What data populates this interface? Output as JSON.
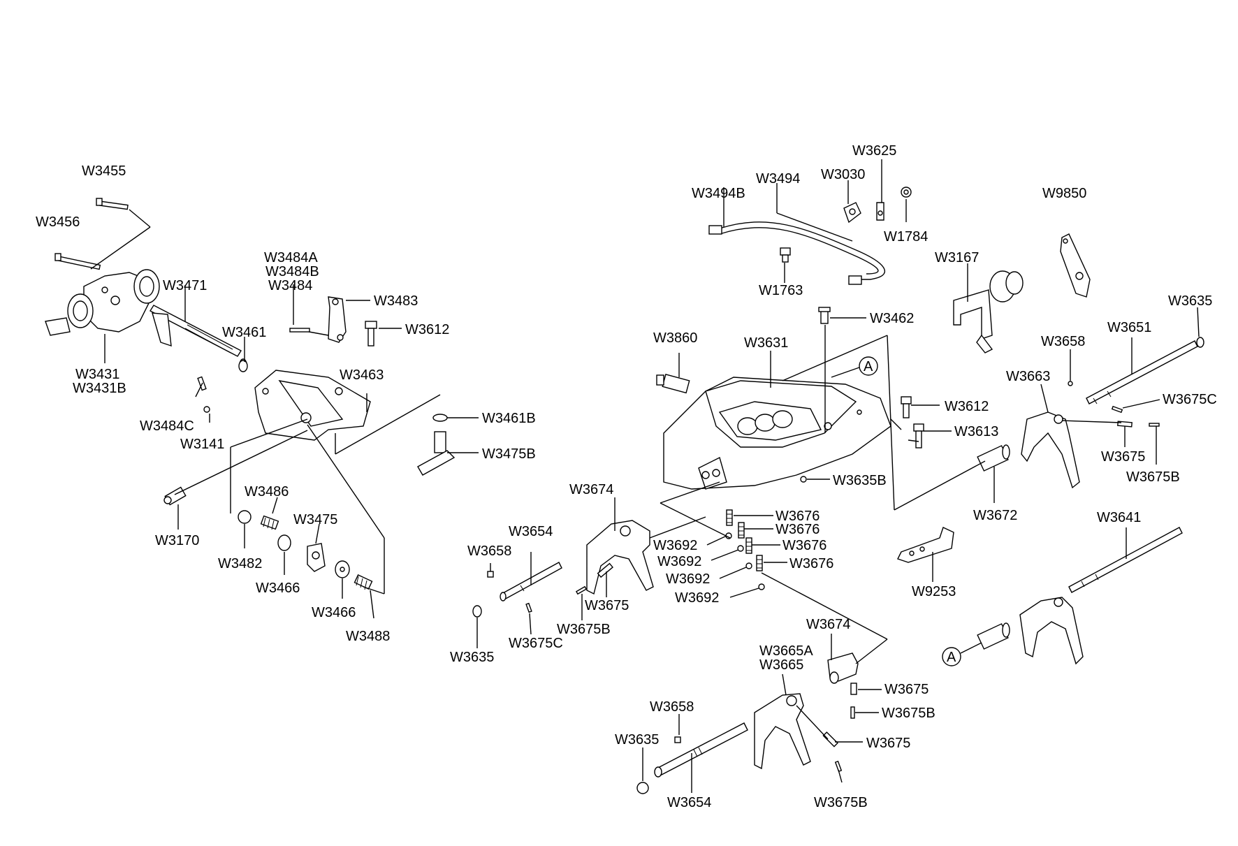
{
  "labels": {
    "w3455": "W3455",
    "w3456": "W3456",
    "w3471": "W3471",
    "w3431": "W3431",
    "w3431b": "W3431B",
    "w3484a": "W3484A",
    "w3484b": "W3484B",
    "w3484": "W3484",
    "w3483": "W3483",
    "w3612_left": "W3612",
    "w3461": "W3461",
    "w3463": "W3463",
    "w3484c": "W3484C",
    "w3141": "W3141",
    "w3461b": "W3461B",
    "w3475b": "W3475B",
    "w3170": "W3170",
    "w3486": "W3486",
    "w3475": "W3475",
    "w3482": "W3482",
    "w3466_a": "W3466",
    "w3466_b": "W3466",
    "w3488": "W3488",
    "w3494b": "W3494B",
    "w3494": "W3494",
    "w3030": "W3030",
    "w3625": "W3625",
    "w1784": "W1784",
    "w1763": "W1763",
    "w9850": "W9850",
    "w3167": "W3167",
    "w3635_top": "W3635",
    "w3462": "W3462",
    "w3860": "W3860",
    "w3631": "W3631",
    "w3651": "W3651",
    "w3658_top": "W3658",
    "w3663": "W3663",
    "w3675c_top": "W3675C",
    "w3612_mid": "W3612",
    "w3613": "W3613",
    "w3675_right": "W3675",
    "w3675b_right": "W3675B",
    "w3635b": "W3635B",
    "w3672": "W3672",
    "w3674_left": "W3674",
    "w3676_1": "W3676",
    "w3676_2": "W3676",
    "w3676_3": "W3676",
    "w3676_4": "W3676",
    "w3692_1": "W3692",
    "w3692_2": "W3692",
    "w3692_3": "W3692",
    "w3692_4": "W3692",
    "w3654_top": "W3654",
    "w3658_mid": "W3658",
    "w3675_mid": "W3675",
    "w3675b_mid": "W3675B",
    "w3675c_mid": "W3675C",
    "w3635_mid": "W3635",
    "w3641": "W3641",
    "w9253": "W9253",
    "w3674_bottom": "W3674",
    "w3665a": "W3665A",
    "w3665": "W3665",
    "w3675_bottom1": "W3675",
    "w3675b_bottom1": "W3675B",
    "w3675_bottom2": "W3675",
    "w3675b_bottom2": "W3675B",
    "w3658_bottom": "W3658",
    "w3635_bottom": "W3635",
    "w3654_bottom": "W3654"
  },
  "reference_markers": {
    "a_top": "A",
    "a_bottom": "A"
  }
}
